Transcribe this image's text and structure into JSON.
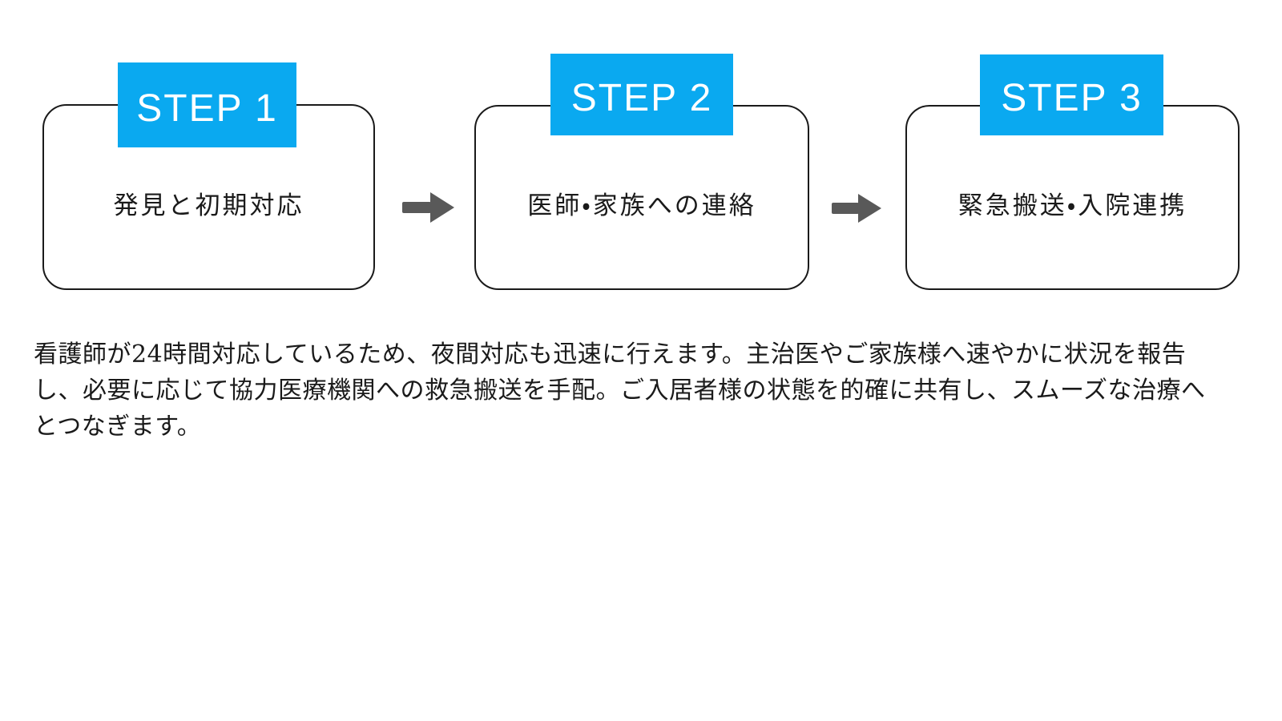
{
  "colors": {
    "badge_blue": "#0aa9f0",
    "arrow_gray": "#595959",
    "box_border": "#1a1a1a",
    "text_color": "#1a1a1a",
    "bg": "#ffffff"
  },
  "steps": [
    {
      "badge": "STEP 1",
      "label": "発見と初期対応"
    },
    {
      "badge": "STEP 2",
      "label": "医師・家族への連絡"
    },
    {
      "badge": "STEP 3",
      "label": "緊急搬送・入院連携"
    }
  ],
  "description": {
    "lines": [
      "看護師が24時間対応しているため、夜間対応も迅速に行えます。主治医やご家族様へ速やかに状況を報告",
      "し、必要に応じて協力医療機関への救急搬送を手配。ご入居者様の状態を的確に共有し、スムーズな治療へ",
      "とつなぎます。"
    ]
  }
}
